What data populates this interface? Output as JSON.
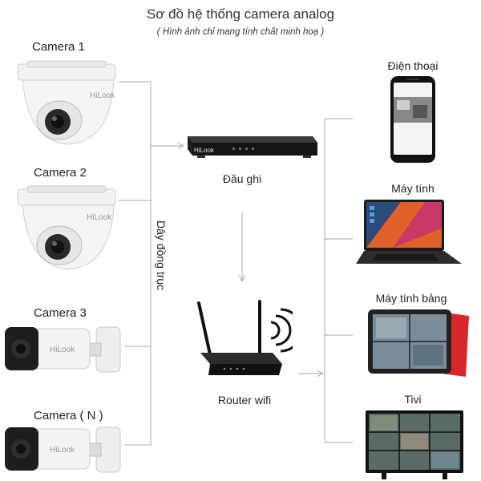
{
  "header": {
    "title": "Sơ đồ hệ thống camera analog",
    "subtitle": "( Hình ảnh chỉ mang tính chất minh hoạ )"
  },
  "cameras": [
    {
      "label": "Camera 1",
      "type": "dome",
      "brand": "HiLook"
    },
    {
      "label": "Camera 2",
      "type": "dome",
      "brand": "HiLook"
    },
    {
      "label": "Camera 3",
      "type": "bullet",
      "brand": "HiLook"
    },
    {
      "label": "Camera ( N )",
      "type": "bullet",
      "brand": "HiLook"
    }
  ],
  "cable_label": "Dây đồng trục",
  "recorder": {
    "label": "Đầu ghi",
    "brand": "HiLook"
  },
  "router": {
    "label": "Router wifi"
  },
  "devices": [
    {
      "label": "Điện thoại",
      "icon": "phone-icon"
    },
    {
      "label": "Máy tính",
      "icon": "laptop-icon"
    },
    {
      "label": "Máy tính bảng",
      "icon": "tablet-icon"
    },
    {
      "label": "Tivi",
      "icon": "tv-icon"
    }
  ],
  "colors": {
    "line": "#aaaaaa",
    "tablet_case": "#d8262d",
    "laptop_screen": "#e0622a"
  }
}
